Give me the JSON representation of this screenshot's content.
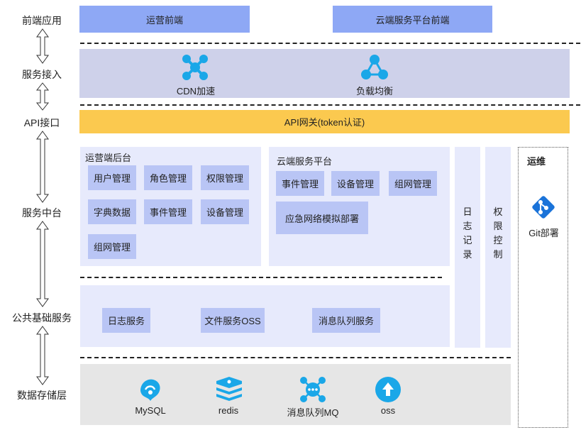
{
  "layers": {
    "frontend": "前端应用",
    "access": "服务接入",
    "api": "API接口",
    "middle": "服务中台",
    "common": "公共基础服务",
    "storage": "数据存储层"
  },
  "frontend": {
    "ops": "运营前端",
    "cloud": "云端服务平台前端"
  },
  "access": {
    "cdn": "CDN加速",
    "lb": "负载均衡"
  },
  "api_gateway": "API网关(token认证)",
  "ops_backend": {
    "title": "运营端后台",
    "items": [
      "用户管理",
      "角色管理",
      "权限管理",
      "字典数据",
      "事件管理",
      "设备管理",
      "组网管理"
    ]
  },
  "cloud_platform": {
    "title": "云端服务平台",
    "items": [
      "事件管理",
      "设备管理",
      "组网管理",
      "应急网络模拟部署"
    ]
  },
  "side": {
    "log": "日志记录",
    "perm": "权限控制"
  },
  "devops": {
    "title": "运维",
    "git": "Git部署"
  },
  "common_services": [
    "日志服务",
    "文件服务OSS",
    "消息队列服务"
  ],
  "storage": [
    "MySQL",
    "redis",
    "消息队列MQ",
    "oss"
  ],
  "colors": {
    "primary": "#8ea8f5",
    "gateway": "#fbc94f",
    "icon": "#1aa7e8",
    "git": "#1a73d9"
  }
}
